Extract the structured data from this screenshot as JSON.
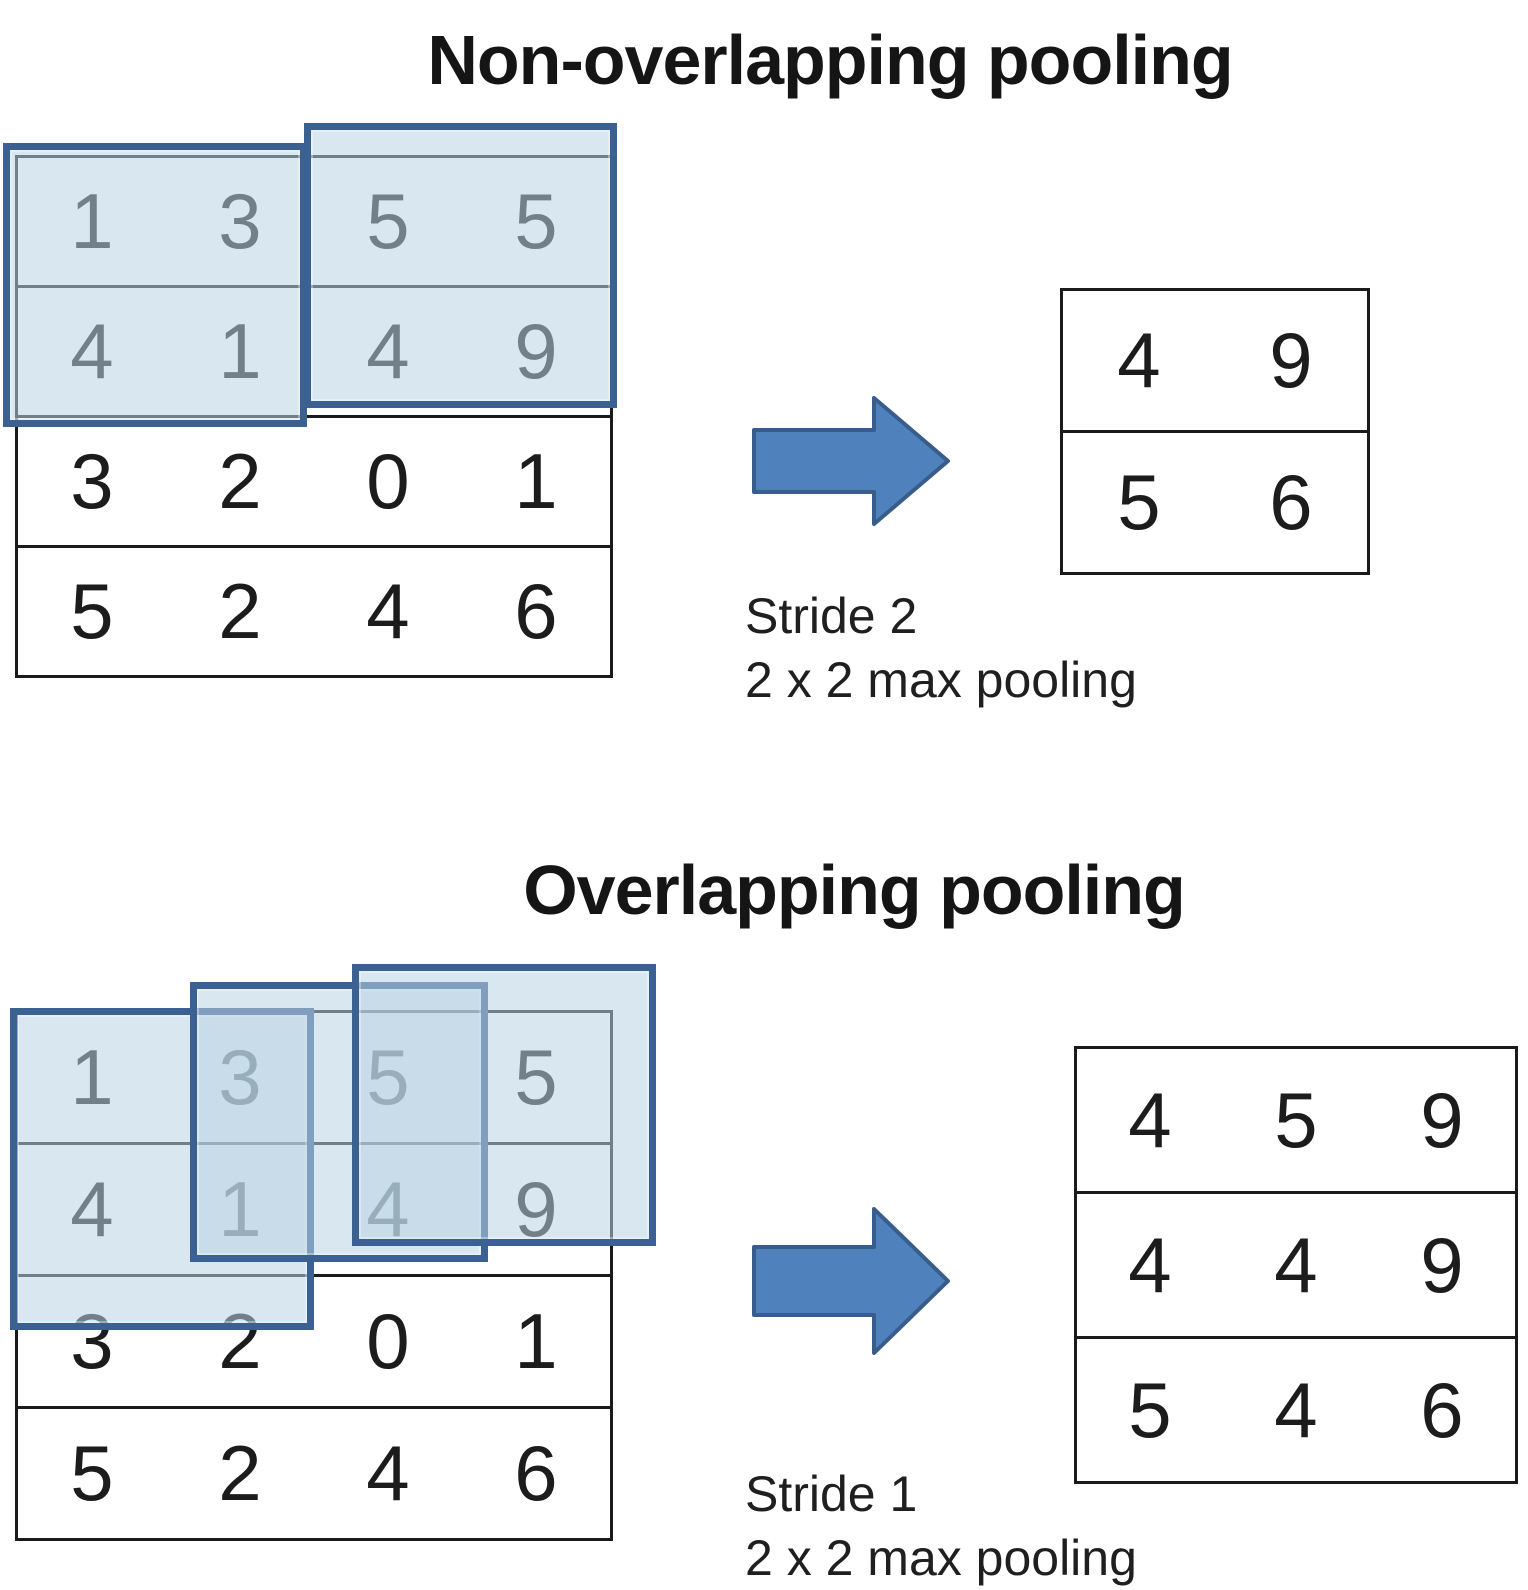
{
  "sections": [
    {
      "title": "Non-overlapping pooling",
      "stride_label": "Stride 2",
      "pooling_label": "2 x 2 max pooling",
      "input_grid": [
        [
          1,
          3,
          5,
          5
        ],
        [
          4,
          1,
          4,
          9
        ],
        [
          3,
          2,
          0,
          1
        ],
        [
          5,
          2,
          4,
          6
        ]
      ],
      "output_grid": [
        [
          4,
          9
        ],
        [
          5,
          6
        ]
      ],
      "windows": [
        "rows 1-2 cols 1-2",
        "rows 1-2 cols 3-4"
      ]
    },
    {
      "title": "Overlapping pooling",
      "stride_label": "Stride 1",
      "pooling_label": "2 x 2 max pooling",
      "input_grid": [
        [
          1,
          3,
          5,
          5
        ],
        [
          4,
          1,
          4,
          9
        ],
        [
          3,
          2,
          0,
          1
        ],
        [
          5,
          2,
          4,
          6
        ]
      ],
      "output_grid": [
        [
          4,
          5,
          9
        ],
        [
          4,
          4,
          9
        ],
        [
          5,
          4,
          6
        ]
      ],
      "windows": [
        "rows 1-2 cols 1-2",
        "rows 1-2 cols 2-3",
        "rows 1-2 cols 3-4"
      ]
    }
  ],
  "colors": {
    "window_border": "#3a6191",
    "window_fill": "rgba(186,212,228,0.55)",
    "arrow_fill": "#4f81bd",
    "arrow_outline": "#385d8a",
    "grid_line": "#1a1a1a",
    "text": "#1a1a1a",
    "background": "#ffffff"
  }
}
